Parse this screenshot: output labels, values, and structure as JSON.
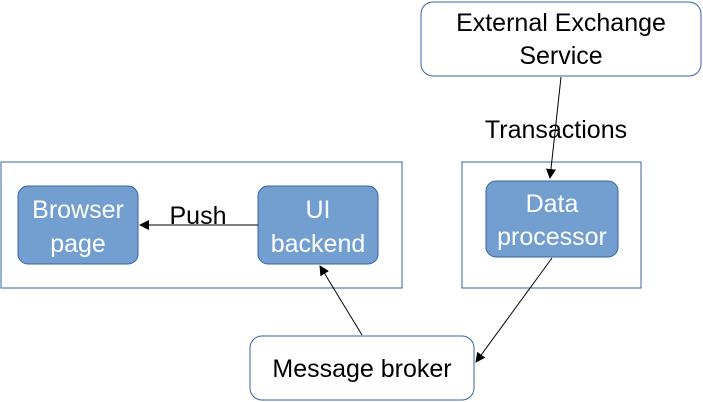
{
  "colors": {
    "box_fill": "#729fcf",
    "box_stroke": "#3465a4",
    "container_stroke": "#3465a4",
    "white_box_fill": "#ffffff",
    "white_box_stroke": "#3465a4",
    "line": "#000000"
  },
  "nodes": {
    "external_service": {
      "line1": "External Exchange",
      "line2": "Service"
    },
    "data_processor": {
      "line1": "Data",
      "line2": "processor"
    },
    "browser_page": {
      "line1": "Browser",
      "line2": "page"
    },
    "ui_backend": {
      "line1": "UI",
      "line2": "backend"
    },
    "message_broker": {
      "label": "Message broker"
    }
  },
  "edges": {
    "transactions": {
      "label": "Transactions"
    },
    "push": {
      "label": "Push"
    }
  }
}
